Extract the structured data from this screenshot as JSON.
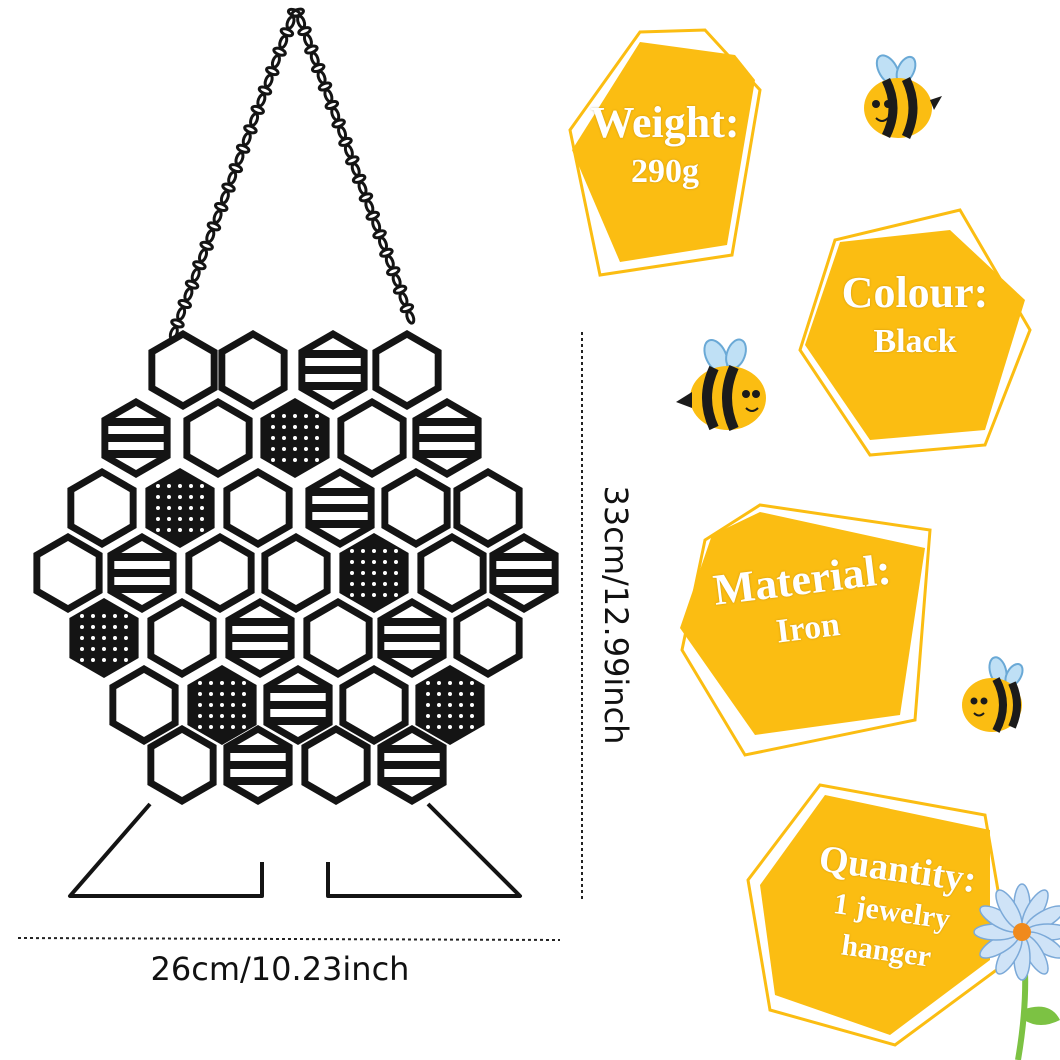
{
  "colors": {
    "honey": "#fbbd12",
    "honey_light": "#fcd24a",
    "metal": "#141414",
    "flower": "#cfe3f7",
    "stem": "#7cc243"
  },
  "dimensions": {
    "width_label": "26cm/10.23inch",
    "height_label": "33cm/12.99inch"
  },
  "specs": [
    {
      "label": "Weight:",
      "value": "290g"
    },
    {
      "label": "Colour:",
      "value": "Black"
    },
    {
      "label": "Material:",
      "value": "Iron"
    },
    {
      "label": "Quantity:",
      "value_line1": "1 jewelry",
      "value_line2": "hanger"
    }
  ],
  "icons": [
    "bee-icon",
    "bee-icon",
    "bee-icon",
    "daisy-icon"
  ]
}
